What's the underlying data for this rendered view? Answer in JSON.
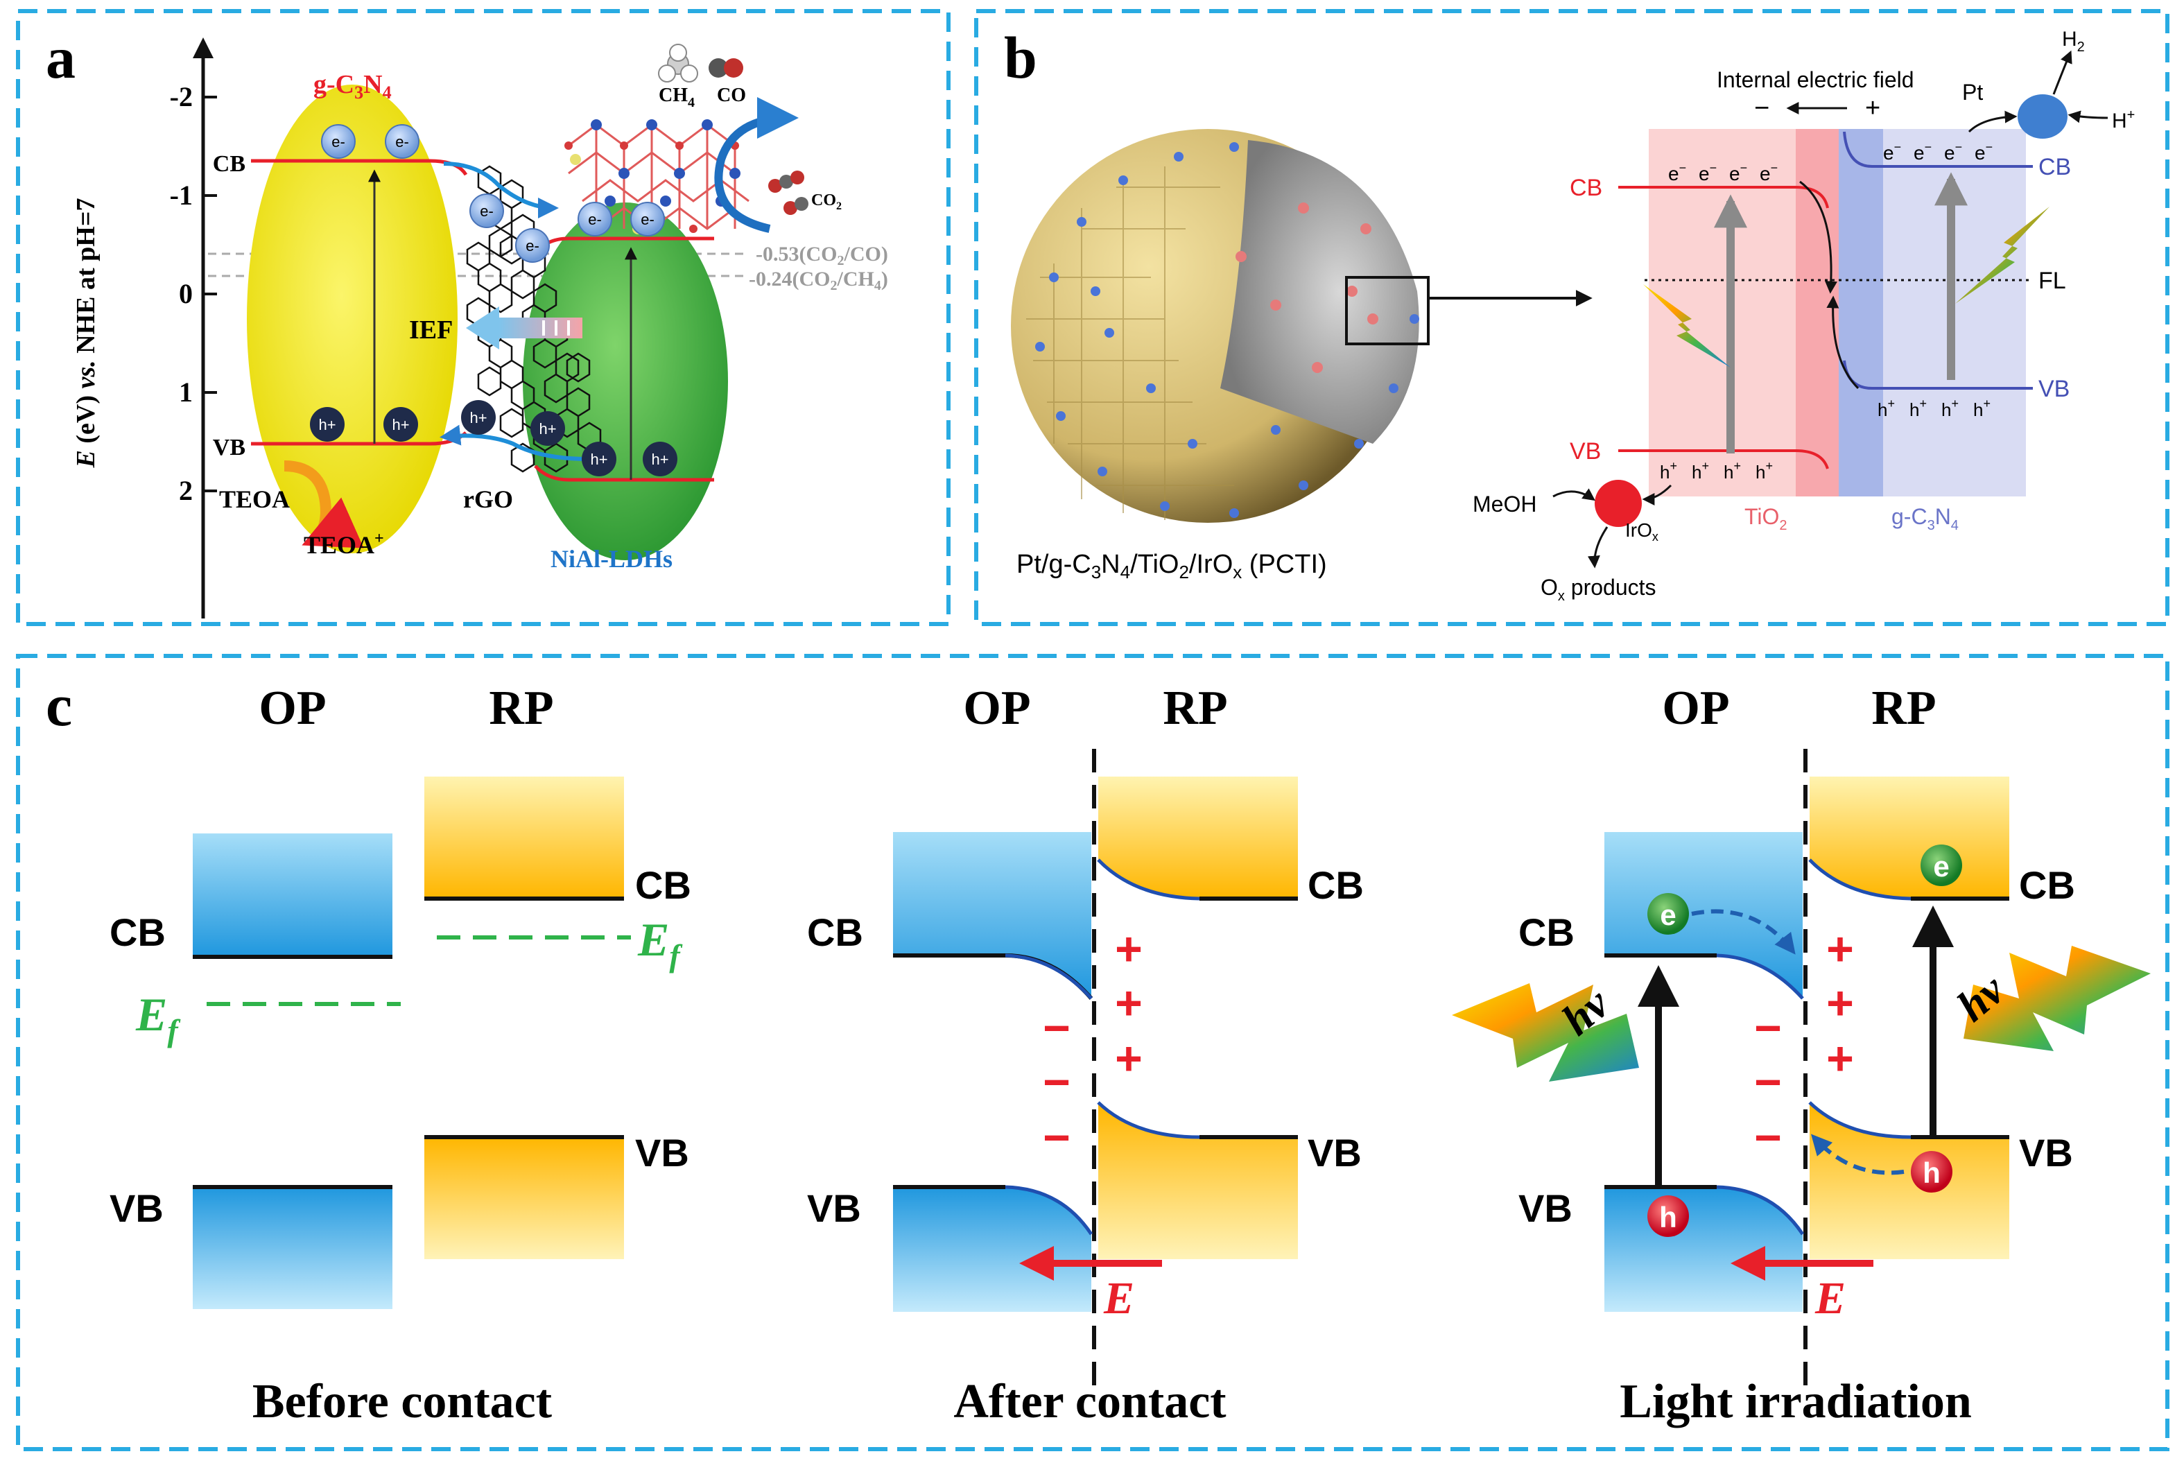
{
  "panel_a": {
    "letter": "a",
    "y_axis_label": "E (eV) vs. NHE at pH=7",
    "ticks": [
      "-2",
      "-1",
      "0",
      "1",
      "2"
    ],
    "g_c3n4": "g-C3N4",
    "cb": "CB",
    "vb": "VB",
    "electron": "e-",
    "hole": "h+",
    "ief": "IEF",
    "rgo": "rGO",
    "teoa": "TEOA",
    "teoa_plus": "TEOA+",
    "nial": "NiAl-LDHs",
    "ch4": "CH4",
    "co": "CO",
    "co2": "CO2",
    "redox_co": "-0.53(CO2/CO)",
    "redox_ch4": "-0.24(CO2/CH4)"
  },
  "panel_b": {
    "letter": "b",
    "caption": "Pt/g-C3N4/TiO2/IrOx (PCTI)",
    "internal_field": "Internal electric field",
    "minus": "−",
    "plus": "+",
    "pt": "Pt",
    "h2": "H2",
    "hplus": "H+",
    "cb": "CB",
    "vb": "VB",
    "fl": "FL",
    "electron": "e-",
    "hole": "h+",
    "meoh": "MeOH",
    "irox": "IrOx",
    "ox_products": "Ox products",
    "tio2": "TiO2",
    "gc3n4": "g-C3N4"
  },
  "panel_c": {
    "letter": "c",
    "op": "OP",
    "rp": "RP",
    "cb": "CB",
    "vb": "VB",
    "ef": "E",
    "ef_sub": "f",
    "field": "E",
    "plus": "+",
    "minus": "−",
    "e": "e",
    "h": "h",
    "hv": "hν",
    "titles": [
      "Before contact",
      "After contact",
      "Light irradiation"
    ]
  },
  "colors": {
    "frame": "#29abe2",
    "yellow": "#f2ea1f",
    "green": "#43a83f",
    "red": "#e8202a",
    "gold": "#ffc21a",
    "blue": "#2a9de0",
    "efgreen": "#2fb34a"
  }
}
